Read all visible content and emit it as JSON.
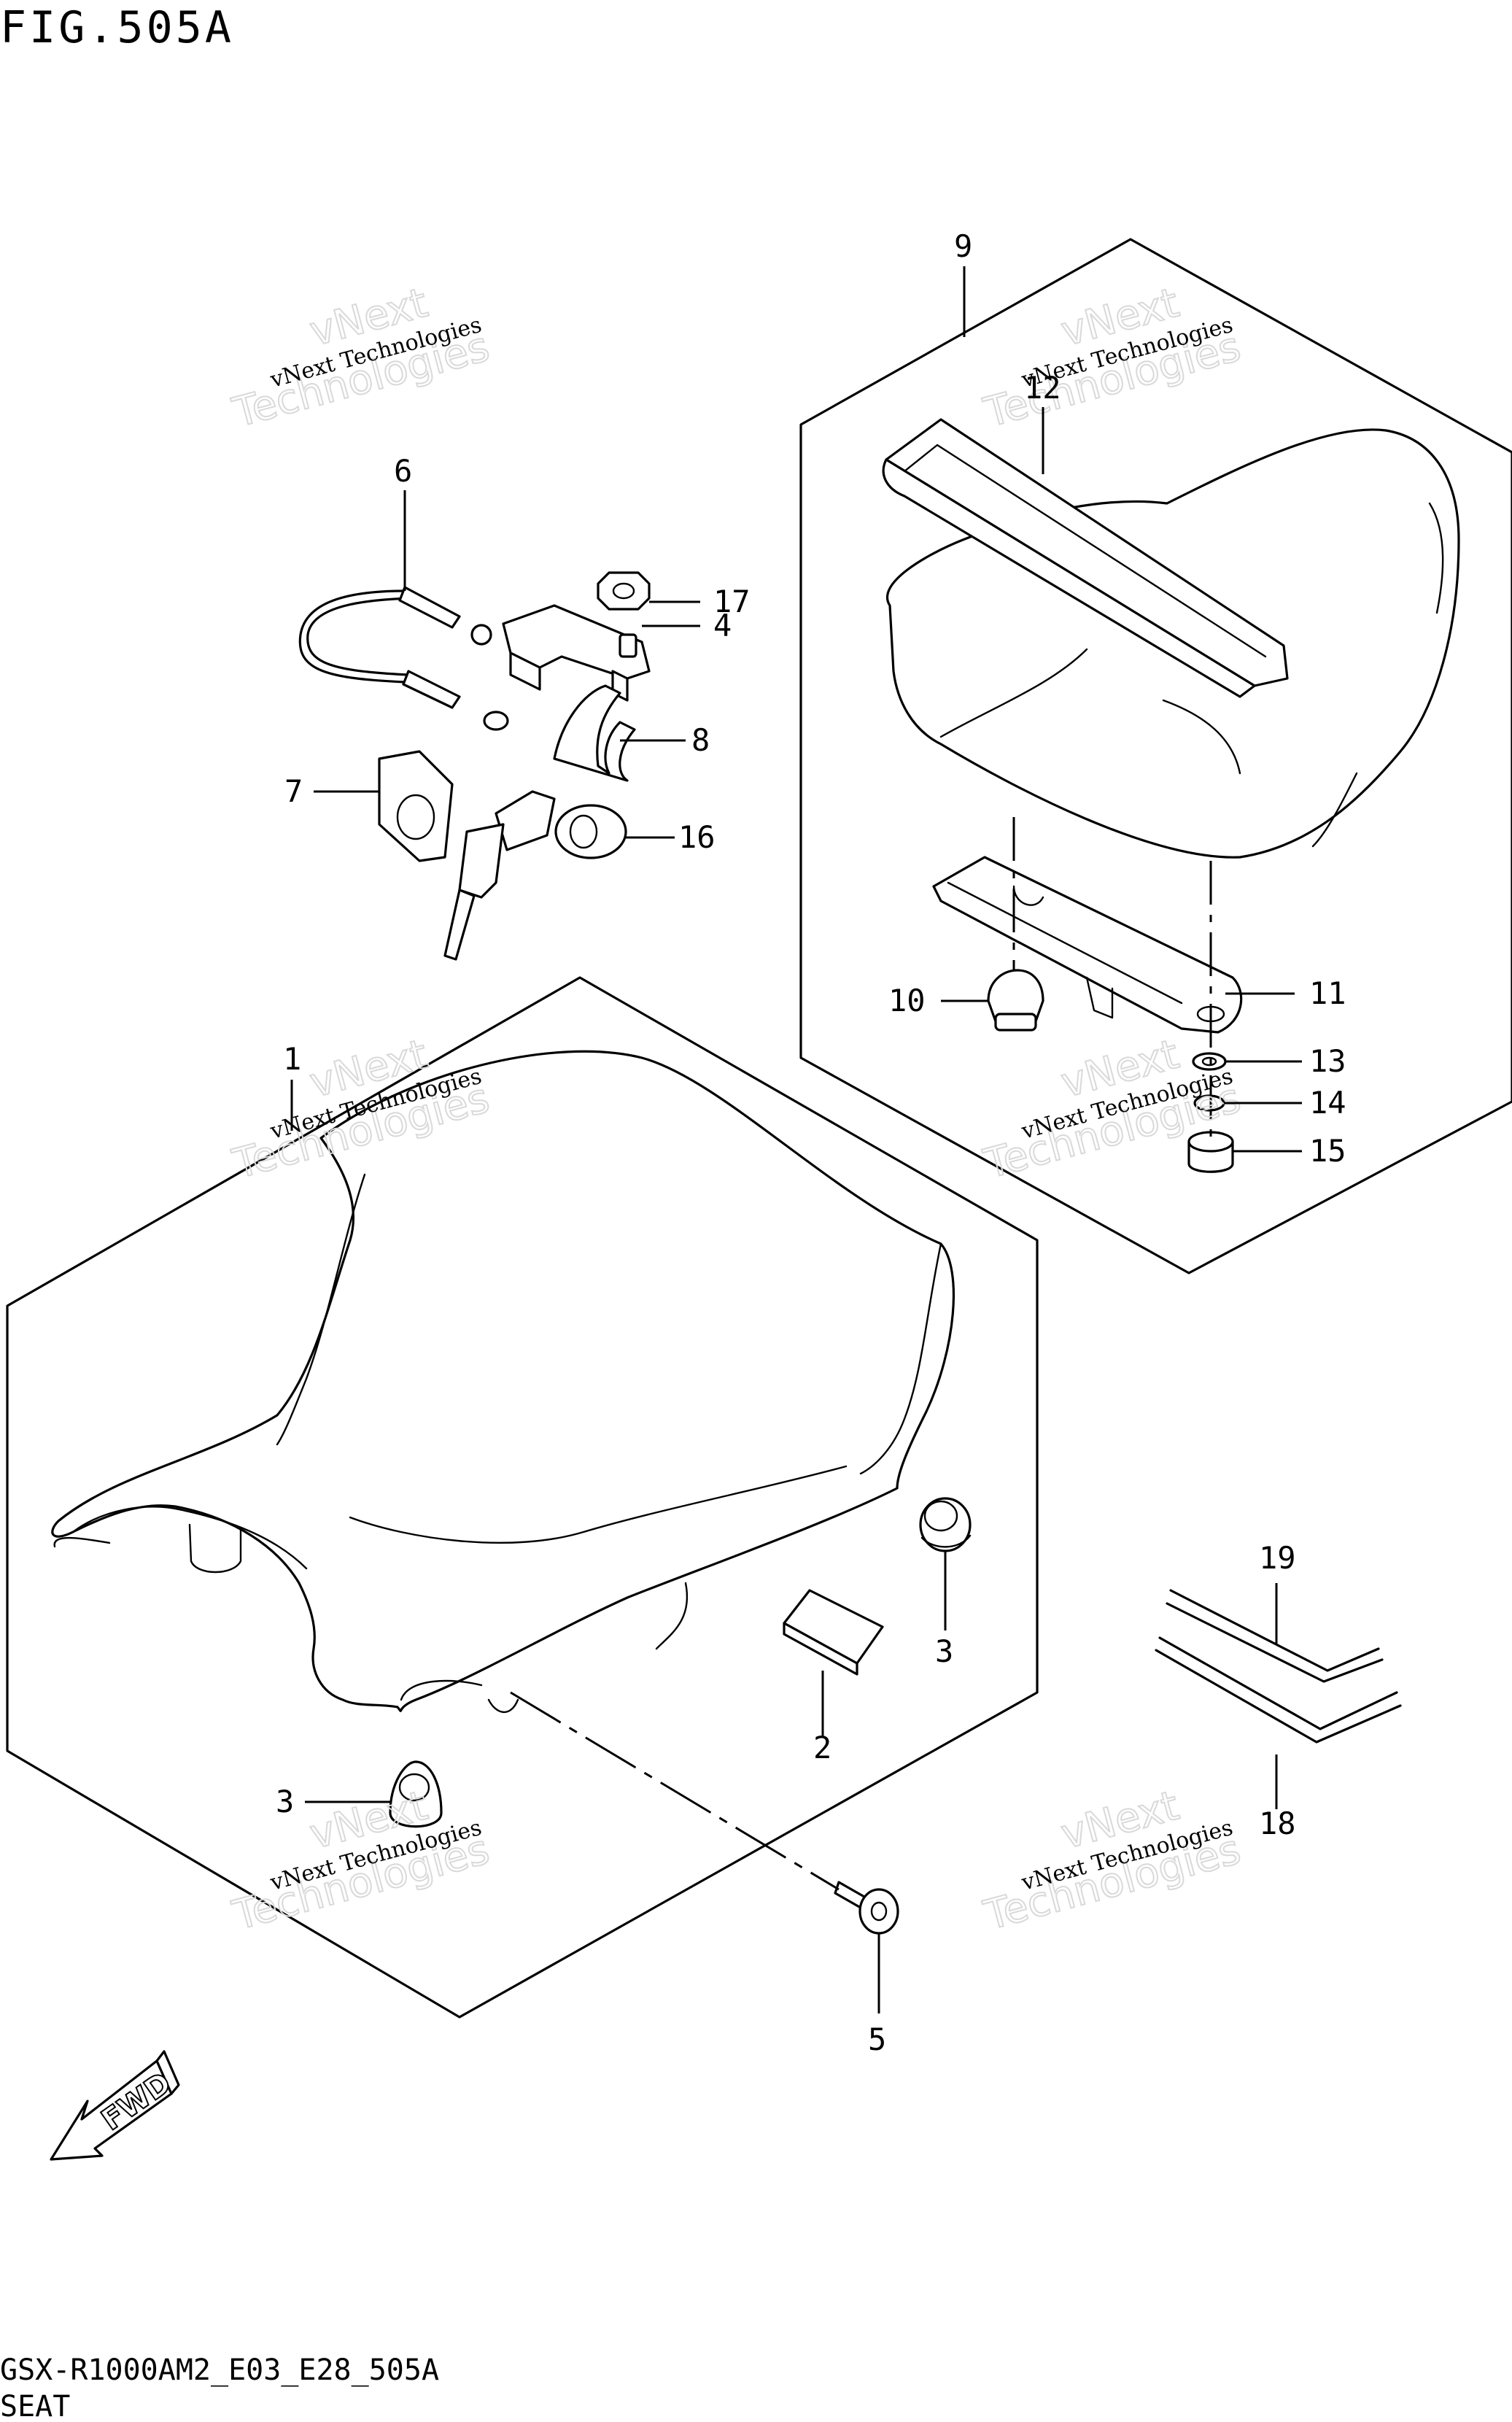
{
  "figure_title": "FIG.505A",
  "footer": {
    "code": "GSX-R1000AM2_E03_E28_505A",
    "caption": "SEAT"
  },
  "watermark": {
    "line1": "vNext Technologies",
    "line2": "vNext",
    "line3": "Technologies"
  },
  "fwd_label": "FWD",
  "callouts": [
    {
      "id": "1",
      "label": "1"
    },
    {
      "id": "2",
      "label": "2"
    },
    {
      "id": "3a",
      "label": "3"
    },
    {
      "id": "3b",
      "label": "3"
    },
    {
      "id": "4",
      "label": "4"
    },
    {
      "id": "5",
      "label": "5"
    },
    {
      "id": "6",
      "label": "6"
    },
    {
      "id": "7",
      "label": "7"
    },
    {
      "id": "8",
      "label": "8"
    },
    {
      "id": "9",
      "label": "9"
    },
    {
      "id": "10",
      "label": "10"
    },
    {
      "id": "11",
      "label": "11"
    },
    {
      "id": "12",
      "label": "12"
    },
    {
      "id": "13",
      "label": "13"
    },
    {
      "id": "14",
      "label": "14"
    },
    {
      "id": "15",
      "label": "15"
    },
    {
      "id": "16",
      "label": "16"
    },
    {
      "id": "17",
      "label": "17"
    },
    {
      "id": "18",
      "label": "18"
    },
    {
      "id": "19",
      "label": "19"
    }
  ]
}
